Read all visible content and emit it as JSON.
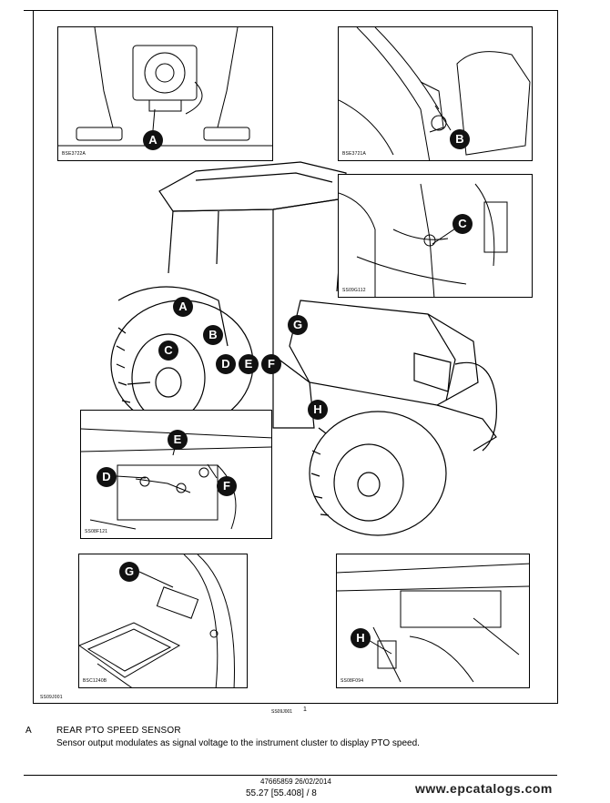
{
  "panels": {
    "top_left_code": "BSE3722A",
    "top_right_code": "BSE3721A",
    "mid_right_code": "SS09G112",
    "mid_left_code": "SS08F121",
    "bottom_left_code": "BSC1240B",
    "bottom_right_code": "SS08F094",
    "main_code": "SS09J001"
  },
  "callouts": [
    "A",
    "B",
    "C",
    "D",
    "E",
    "F",
    "G",
    "H"
  ],
  "figure": {
    "code": "SS09J001",
    "number": "1"
  },
  "legend": {
    "key": "A",
    "title": "REAR PTO SPEED SENSOR",
    "description": "Sensor output modulates as signal voltage to the instrument cluster to display PTO speed."
  },
  "footer": {
    "doc_ref": "47665859 26/02/2014",
    "page_ref": "55.27 [55.408] / 8"
  },
  "watermark": "www.epcatalogs.com"
}
